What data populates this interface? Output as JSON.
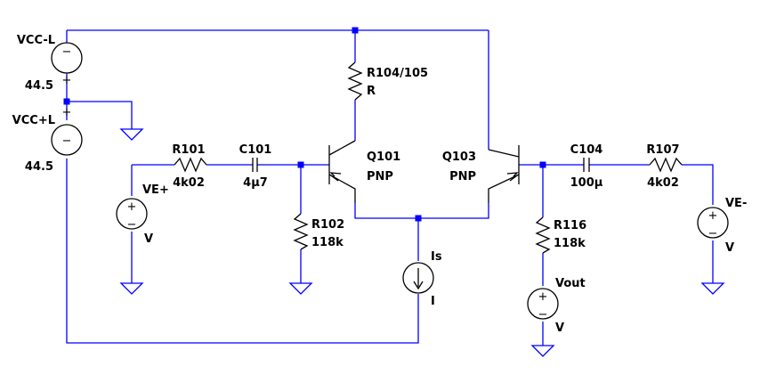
{
  "colors": {
    "wire": "#0000ff",
    "component": "#000000",
    "background": "#ffffff"
  },
  "sources": {
    "vcc_l": {
      "name": "VCC-L",
      "value": "44.5"
    },
    "vcc_pl": {
      "name": "VCC+L",
      "value": "44.5"
    },
    "ve_plus": {
      "name": "VE+",
      "value": "V"
    },
    "ve_minus": {
      "name": "VE-",
      "value": "V"
    },
    "is": {
      "name": "Is",
      "value": "I"
    },
    "vout": {
      "name": "Vout",
      "value": "V"
    }
  },
  "resistors": {
    "r104": {
      "name": "R104/105",
      "value": "R"
    },
    "r101": {
      "name": "R101",
      "value": "4k02"
    },
    "r102": {
      "name": "R102",
      "value": "118k"
    },
    "r116": {
      "name": "R116",
      "value": "118k"
    },
    "r107": {
      "name": "R107",
      "value": "4k02"
    }
  },
  "capacitors": {
    "c101": {
      "name": "C101",
      "value": "4µ7"
    },
    "c104": {
      "name": "C104",
      "value": "100µ"
    }
  },
  "transistors": {
    "q101": {
      "name": "Q101",
      "type": "PNP"
    },
    "q103": {
      "name": "Q103",
      "type": "PNP"
    }
  },
  "symbols": {
    "plus": "+",
    "minus": "−"
  }
}
